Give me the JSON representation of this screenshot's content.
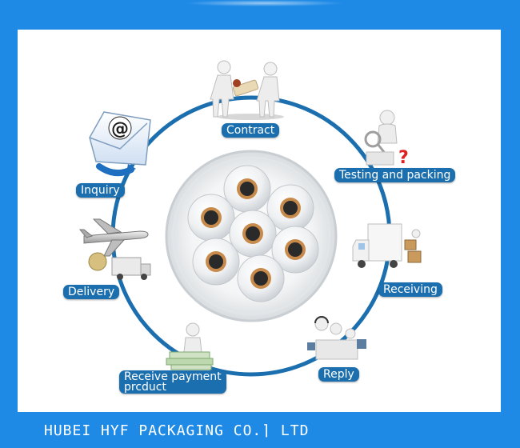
{
  "steps": {
    "contract": "Contract",
    "testing": "Testing and packing",
    "receiving": "Receiving",
    "reply": "Reply",
    "payment_line1": "Receive payment",
    "payment_line2": "prcduct",
    "delivery": "Delivery",
    "inquiry": "Inquiry"
  },
  "footer": {
    "company": "HUBEI HYF PACKAGING CO.⌉ LTD"
  },
  "colors": {
    "background": "#1f8ae6",
    "panel": "#ffffff",
    "ring": "#1c6fae",
    "label": "#1c6fae",
    "accent": "#e02020"
  },
  "icons": {
    "contract": "handshake-people-icon",
    "testing": "magnifier-person-icon",
    "receiving": "delivery-truck-icon",
    "reply": "call-center-icon",
    "payment": "money-stack-icon",
    "delivery": "airplane-cargo-icon",
    "inquiry": "email-envelope-icon",
    "center": "stretch-film-rolls-icon"
  }
}
